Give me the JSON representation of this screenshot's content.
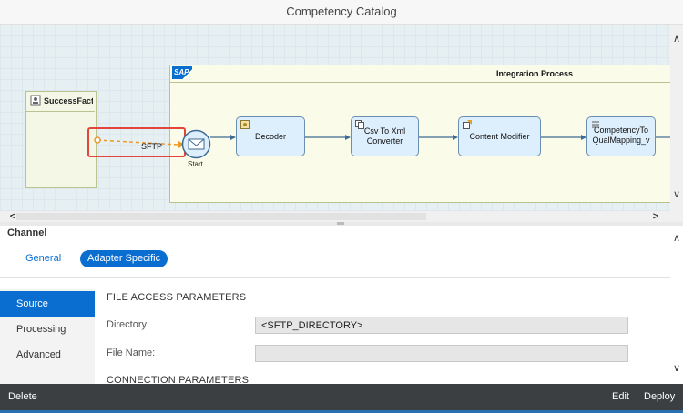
{
  "window": {
    "title": "Competency Catalog"
  },
  "canvas": {
    "participant": {
      "label": "SuccessFact"
    },
    "pool": {
      "logo": "SAP",
      "title": "Integration Process"
    },
    "channel": {
      "label": "SFTP"
    },
    "start_event": {
      "label": "Start"
    },
    "steps": [
      {
        "label": "Decoder",
        "icon": "decoder-icon"
      },
      {
        "label": "Csv To Xml Converter",
        "line1": "Csv To Xml",
        "line2": "Converter",
        "icon": "converter-icon"
      },
      {
        "label": "Content Modifier",
        "icon": "content-modifier-icon"
      },
      {
        "label": "CompetencyToQualMapping_v",
        "line1": "CompetencyTo",
        "line2": "QualMapping_v",
        "icon": "mapping-icon"
      }
    ]
  },
  "properties": {
    "heading": "Channel",
    "tabs": [
      {
        "label": "General",
        "active": false
      },
      {
        "label": "Adapter Specific",
        "active": true
      }
    ],
    "nav": [
      {
        "label": "Source",
        "active": true
      },
      {
        "label": "Processing",
        "active": false
      },
      {
        "label": "Advanced",
        "active": false
      }
    ],
    "sections": {
      "file_access": "FILE ACCESS PARAMETERS",
      "connection": "CONNECTION PARAMETERS"
    },
    "fields": {
      "directory": {
        "label": "Directory:",
        "value": "<SFTP_DIRECTORY>"
      },
      "file_name": {
        "label": "File Name:",
        "value": ""
      }
    }
  },
  "footer": {
    "delete": "Delete",
    "edit": "Edit",
    "deploy": "Deploy"
  },
  "colors": {
    "accent": "#0a6ed1",
    "highlight_border": "#e2453c",
    "footer_bg": "#3b3f42"
  }
}
